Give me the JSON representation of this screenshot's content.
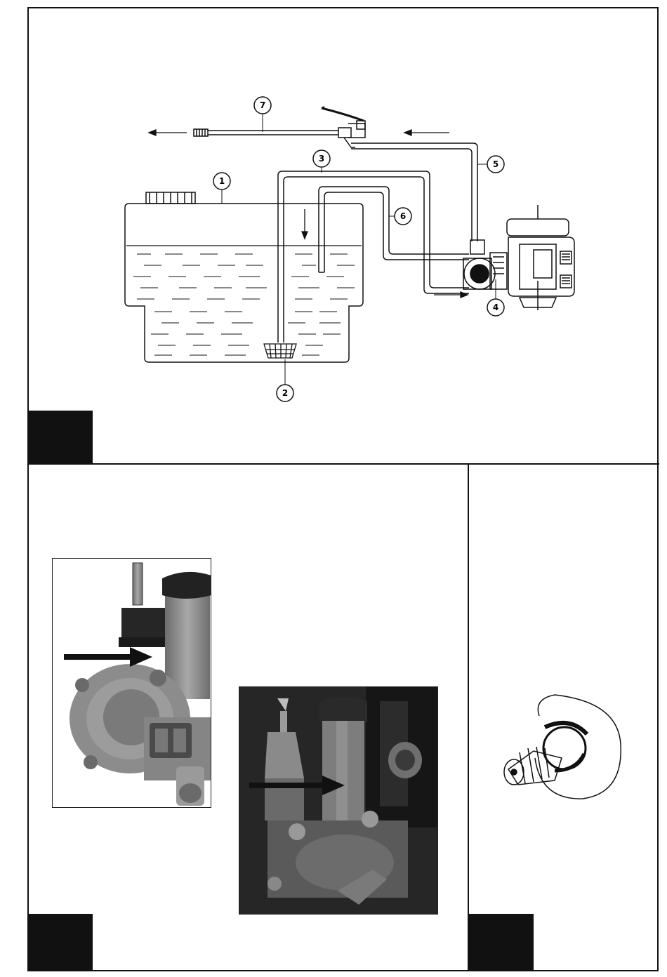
{
  "page": {
    "sections": [
      {
        "id": "section-1",
        "caption": ""
      },
      {
        "id": "section-2",
        "caption": ""
      },
      {
        "id": "section-3",
        "caption": ""
      }
    ]
  },
  "diagram": {
    "callouts": [
      "1",
      "2",
      "3",
      "4",
      "5",
      "6",
      "7"
    ]
  },
  "colors": {
    "ink": "#111111",
    "photo_gray": "#8a8a8a",
    "photo_dark": "#2a2a2a",
    "tab": "#111111"
  },
  "icons": {
    "flow_arrow": "arrow-left-icon",
    "pointer_arrow": "arrow-right-icon"
  }
}
